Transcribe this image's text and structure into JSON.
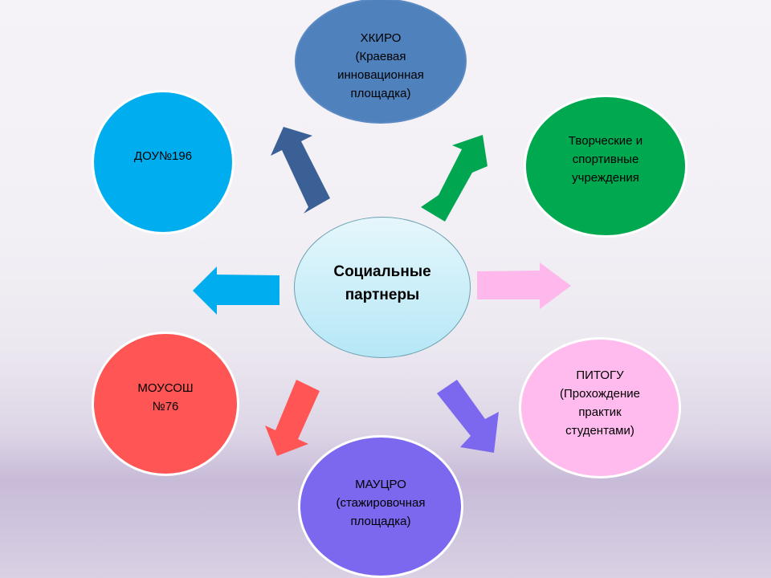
{
  "diagram": {
    "type": "radial-hub",
    "center": {
      "label": "Социальные\nпартнеры",
      "color": "#c8eefa"
    },
    "partners": [
      {
        "id": "top",
        "label": "ХКИРО\n(Краевая\nинновационная\nплощадка)",
        "color": "#4f81bd",
        "arrow_color": "#3a6096"
      },
      {
        "id": "top-right",
        "label": "Творческие и\nспортивные\nучреждения",
        "color": "#00a850",
        "arrow_color": "#00a650"
      },
      {
        "id": "right",
        "label": "ПИТОГУ\n(Прохождение\nпрактик\nстудентами)",
        "color": "#ffbbee",
        "arrow_color": "#ffb8ec"
      },
      {
        "id": "bottom",
        "label": "МАУЦРО\n(стажировочная\nплощадка)",
        "color": "#7b68ee",
        "arrow_color": "#7b68ee"
      },
      {
        "id": "bottom-left",
        "label": "МОУСОШ\n№76",
        "color": "#ff5555",
        "arrow_color": "#ff5555"
      },
      {
        "id": "left",
        "label": "ДОУ№196",
        "color": "#00aeef",
        "arrow_color": "#00aeef"
      }
    ]
  }
}
